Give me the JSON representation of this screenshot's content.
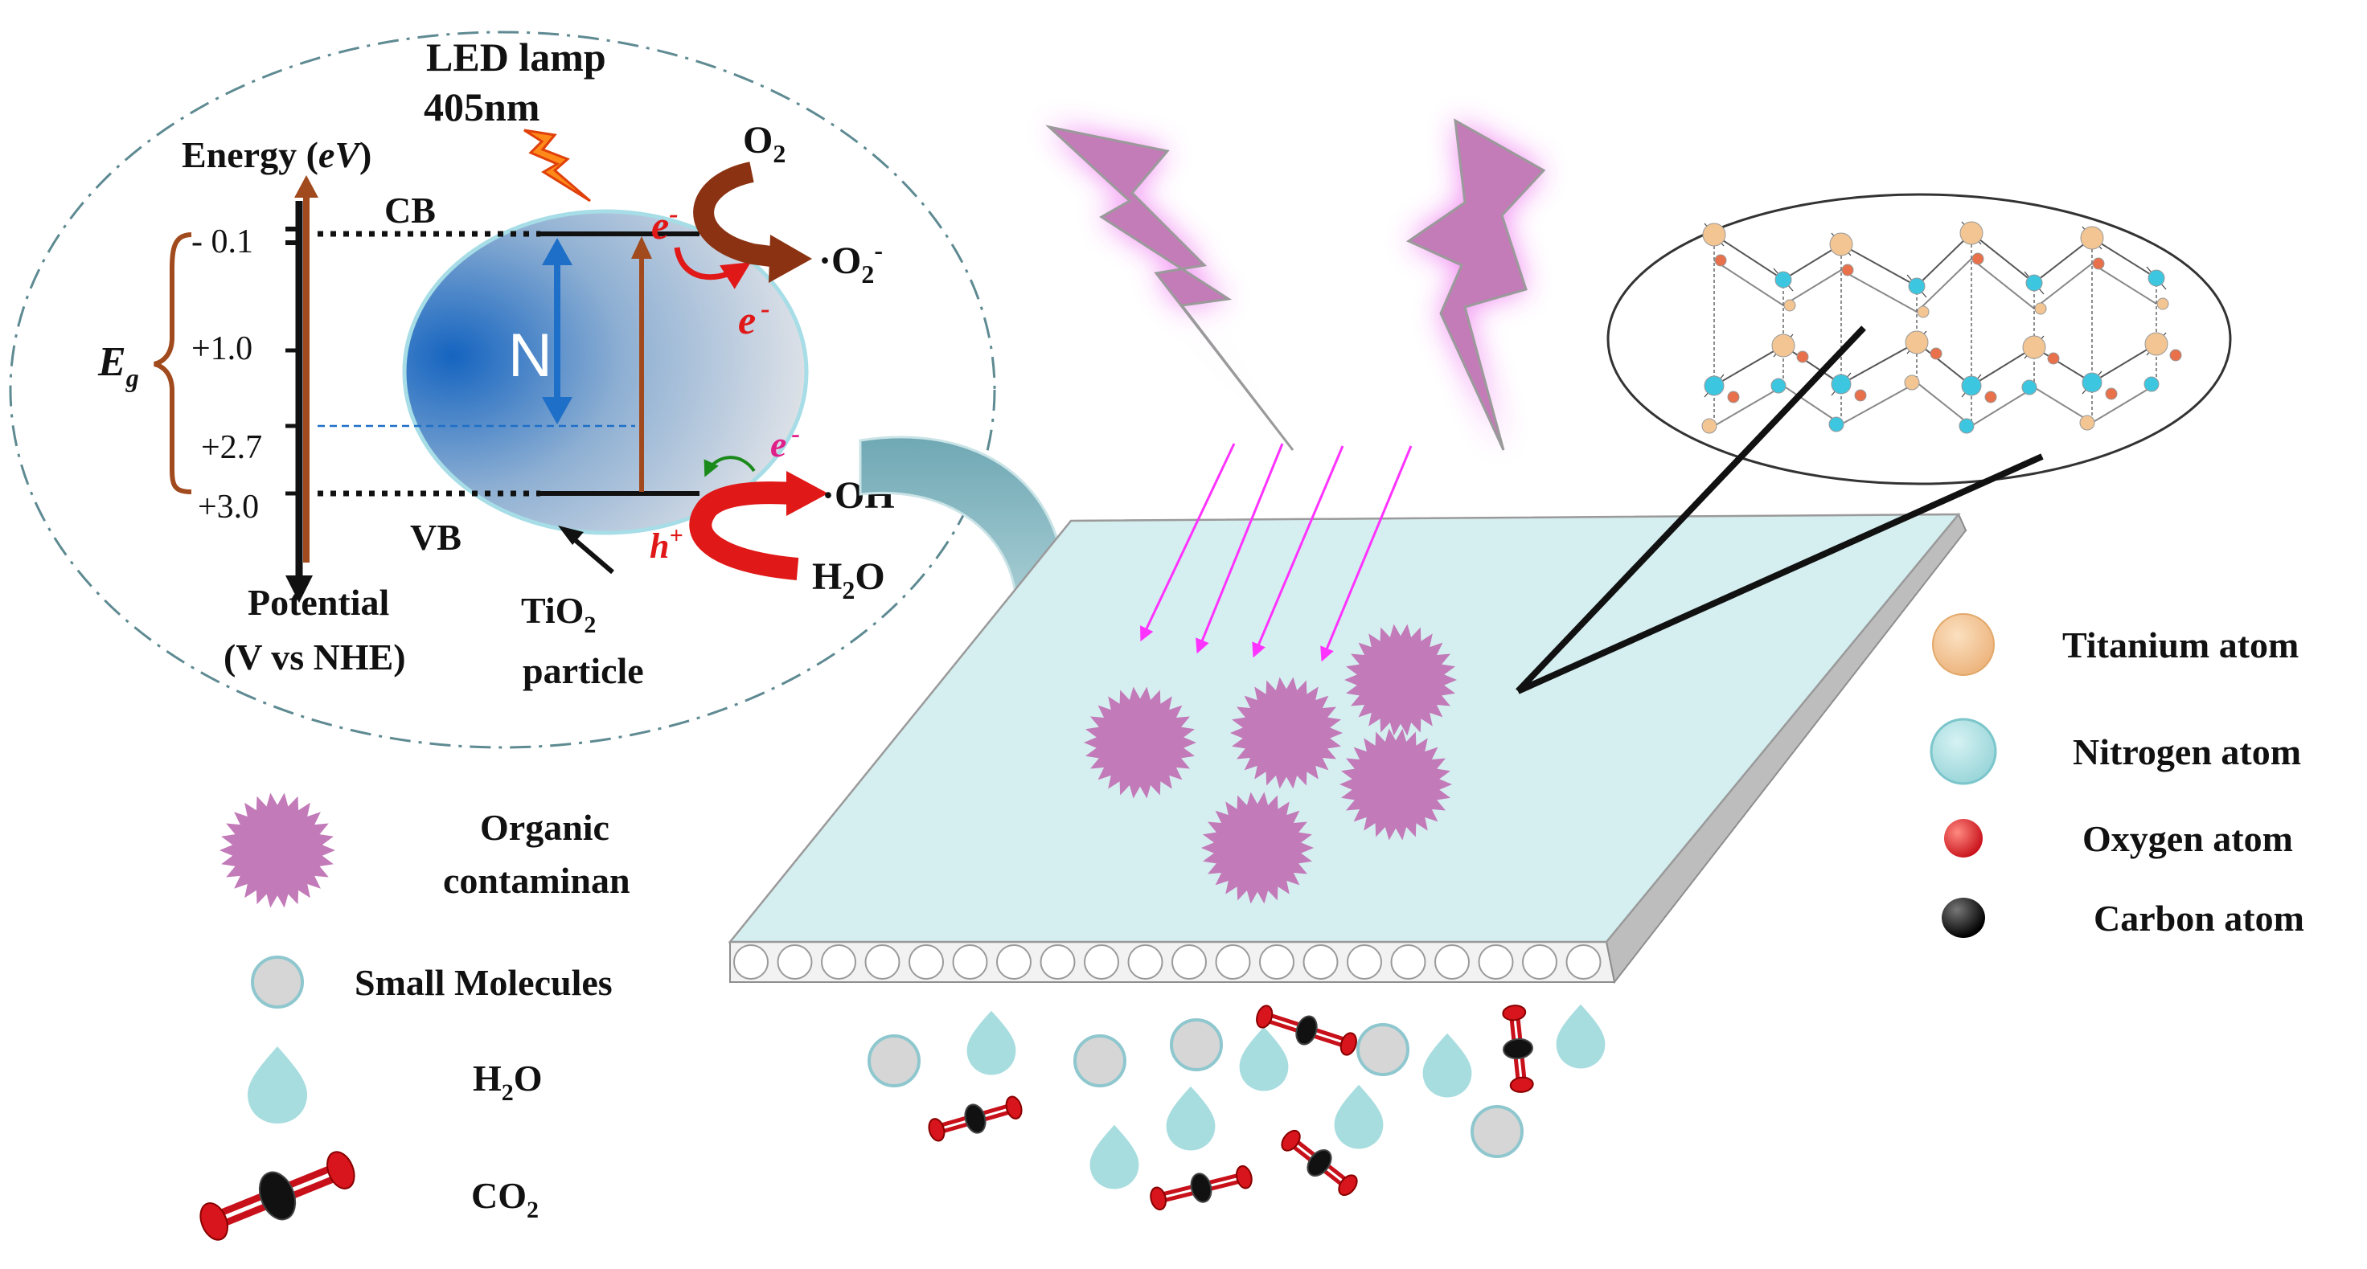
{
  "band_diagram": {
    "light_source": "LED lamp",
    "wavelength": "405nm",
    "energy_label": "Energy (eV)",
    "energy_word": "Energy",
    "energy_unit": "eV",
    "cb": "CB",
    "vb": "VB",
    "eg": "E",
    "eg_sub": "g",
    "n_label": "N",
    "potential_line1": "Potential",
    "potential_line2": "(V vs NHE)",
    "particle_line1": "TiO",
    "particle_sub": "2",
    "particle_line2": "particle",
    "ticks": [
      {
        "value": "- 0.1"
      },
      {
        "value": "+1.0"
      },
      {
        "value": "+2.7"
      },
      {
        "value": "+3.0"
      }
    ],
    "electron_symbol": "e",
    "electron_sign": "-",
    "hole_symbol": "h",
    "hole_sign": "+",
    "reactant_o2": "O",
    "reactant_o2_sub": "2",
    "product_superoxide": "·O",
    "product_superoxide_sub": "2",
    "product_superoxide_sup": "-",
    "product_hydroxyl": "·OH",
    "reactant_water_h": "H",
    "reactant_water_sub": "2",
    "reactant_water_o": "O"
  },
  "legend_left": [
    {
      "label_line1": "Organic",
      "label_line2": "contaminan",
      "icon": "spiky-ball-icon"
    },
    {
      "label_line1": "Small Molecules",
      "icon": "gray-circle-icon"
    },
    {
      "label_line1": "H",
      "label_sub": "2",
      "label_tail": "O",
      "icon": "water-drop-icon"
    },
    {
      "label_line1": "CO",
      "label_sub": "2",
      "icon": "co2-molecule-icon"
    }
  ],
  "legend_right": [
    {
      "label": "Titanium atom",
      "color": "#f3c592",
      "icon": "titanium-atom-icon"
    },
    {
      "label": "Nitrogen atom",
      "color": "#a9dfe2",
      "icon": "nitrogen-atom-icon"
    },
    {
      "label": "Oxygen atom",
      "color": "#e8322e",
      "icon": "oxygen-atom-icon"
    },
    {
      "label": "Carbon atom",
      "color": "#111111",
      "icon": "carbon-atom-icon"
    }
  ],
  "colors": {
    "contaminant": "#c27ab8",
    "plate_top": "#d5eef0",
    "lightning": "#c47cb8",
    "glow": "#f07cf0",
    "ray": "#ff33ff",
    "band_arrow": "#1e6fc8",
    "excite_arrow": "#a04a1e",
    "reaction_red": "#e01818",
    "o2_brown": "#8a3212"
  }
}
